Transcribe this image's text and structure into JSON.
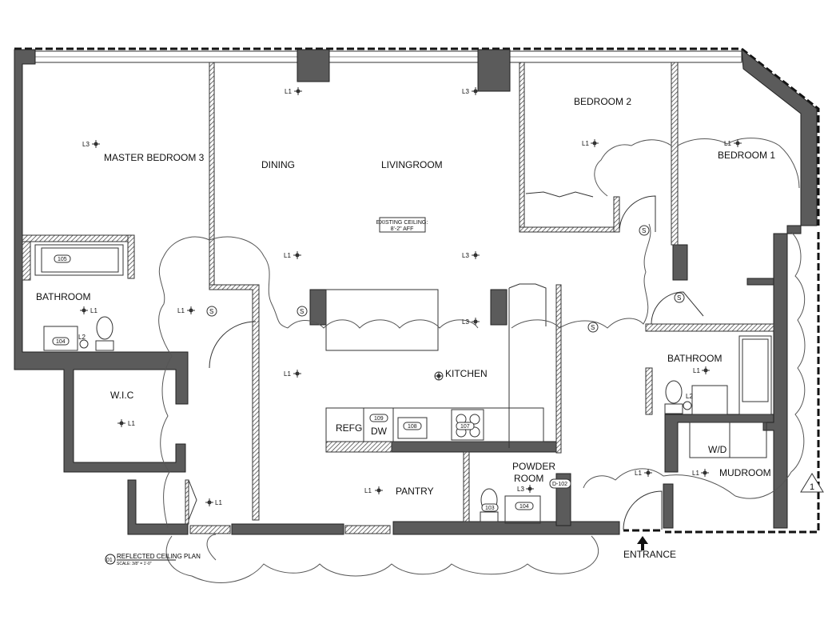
{
  "rooms": {
    "master_bedroom": "MASTER BEDROOM 3",
    "dining": "DINING",
    "livingroom": "LIVINGROOM",
    "bedroom2": "BEDROOM 2",
    "bedroom1": "BEDROOM 1",
    "bathroom_master": "BATHROOM",
    "wic": "W.I.C",
    "kitchen": "KITCHEN",
    "bathroom_right": "BATHROOM",
    "wd": "W/D",
    "mudroom": "MUDROOM",
    "powder_room_1": "POWDER",
    "powder_room_2": "ROOM",
    "pantry": "PANTRY",
    "entrance": "ENTRANCE"
  },
  "appliances": {
    "refg": "REFG",
    "dw": "DW"
  },
  "ceiling_note": {
    "line1": "EXISTING CEILING:",
    "line2": "8'-2\" AFF"
  },
  "fixture_labels": {
    "l1": "L1",
    "l2": "L2",
    "l3": "L3",
    "switch": "S"
  },
  "tags": {
    "tub_master": "105",
    "sink_master": "104",
    "dw": "109",
    "sink_kitchen": "108",
    "range": "107",
    "toilet_powder": "103",
    "sink_powder": "104",
    "door": "D-102"
  },
  "title_block": {
    "number": "01",
    "title": "REFLECTED CEILING PLAN",
    "scale": "SCALE: 3/8\" = 1'-0\""
  },
  "revision": "1",
  "colors": {
    "wall": "#5b5b5b",
    "line": "#222222"
  }
}
